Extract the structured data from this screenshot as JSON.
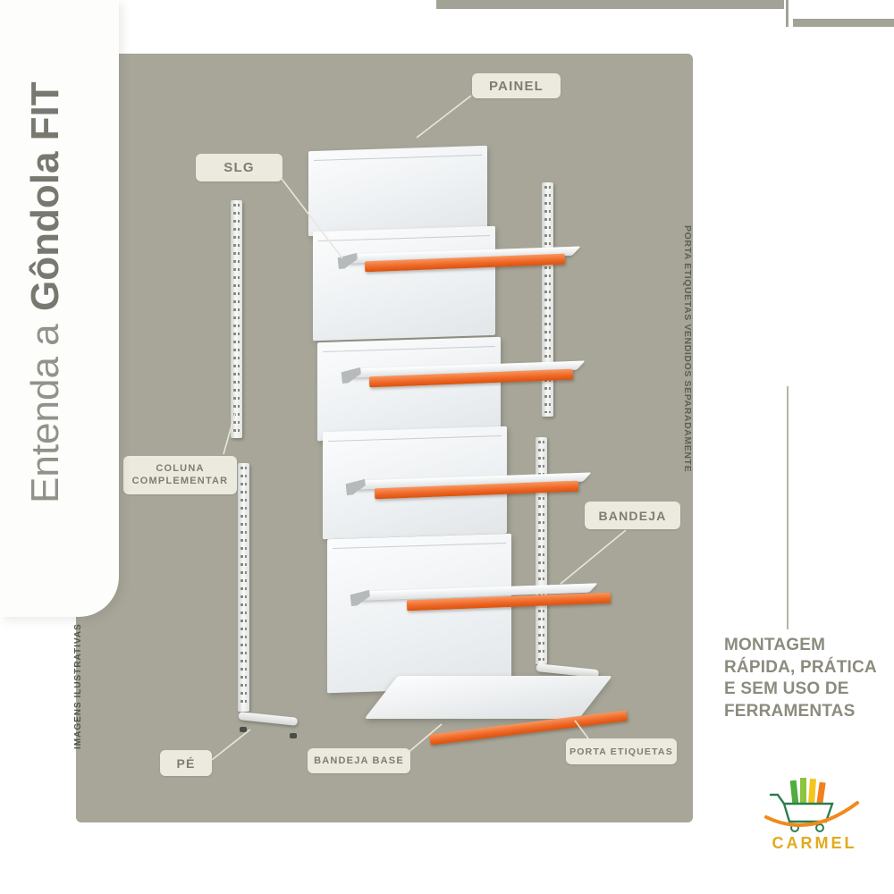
{
  "header": {
    "title_regular": "Entenda a",
    "title_bold": "Gôndola FIT"
  },
  "notes": {
    "images_note": "IMAGENS ILUSTRATIVAS",
    "sold_separately": "PORTA ETIQUETAS VENDIDOS SEPARADAMENTE"
  },
  "diagram_labels": {
    "painel": "PAINEL",
    "slg": "SLG",
    "coluna_complementar": "COLUNA COMPLEMENTAR",
    "bandeja": "BANDEJA",
    "pe": "PÉ",
    "bandeja_base": "BANDEJA BASE",
    "porta_etiquetas": "PORTA ETIQUETAS"
  },
  "benefits": {
    "lines": [
      "MONTAGEM",
      "RÁPIDA, PRÁTICA",
      "E SEM USO DE",
      "FERRAMENTAS"
    ]
  },
  "brand": {
    "name": "CARMEL",
    "icon": "shopping-cart-icon"
  },
  "colors": {
    "panel": "#a7a699",
    "label_bg": "#ece9de",
    "label_text": "#7d7d71",
    "orange": "#ee6524",
    "gold": "#e3aa1d",
    "cart_green": "#3f9a46",
    "benefit_text": "#8c8b7e"
  }
}
